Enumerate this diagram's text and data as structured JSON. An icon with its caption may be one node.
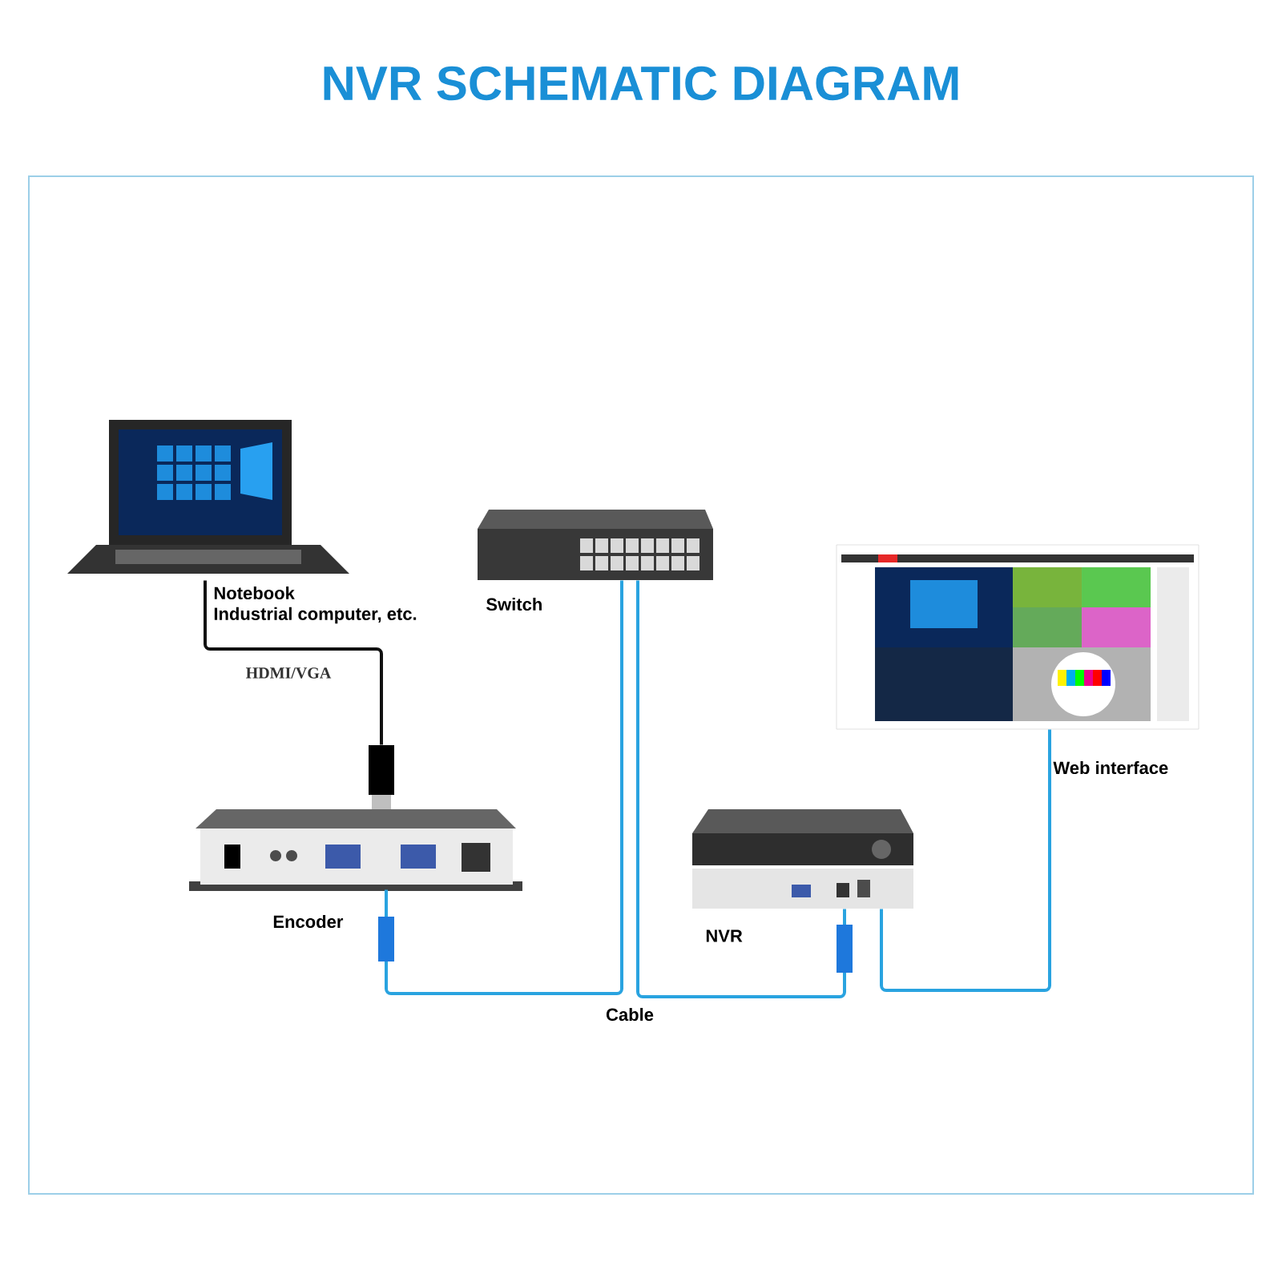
{
  "diagram": {
    "title": "NVR SCHEMATIC DIAGRAM",
    "nodes": [
      {
        "text": [],
        "shape": "picture",
        "beside": [
          "Notebook",
          "Industrial computer, etc."
        ]
      },
      {
        "text": [],
        "shape": "picture",
        "beside": [
          "Switch"
        ]
      },
      {
        "text": [],
        "shape": "picture",
        "beside": [
          "Web interface"
        ]
      },
      {
        "text": [],
        "shape": "picture",
        "beside": [
          "Encoder"
        ]
      },
      {
        "text": [],
        "shape": "picture",
        "beside": [
          "NVR"
        ]
      }
    ],
    "edges": [
      {
        "from": 0,
        "to": 3,
        "arrow": "none",
        "label": "HDMI/VGA",
        "color": "#111111"
      },
      {
        "from": 3,
        "to": 1,
        "arrow": "none"
      },
      {
        "from": 1,
        "to": 4,
        "arrow": "none"
      },
      {
        "from": 4,
        "to": 2,
        "arrow": "none"
      }
    ],
    "labels": [
      "Cable"
    ]
  }
}
